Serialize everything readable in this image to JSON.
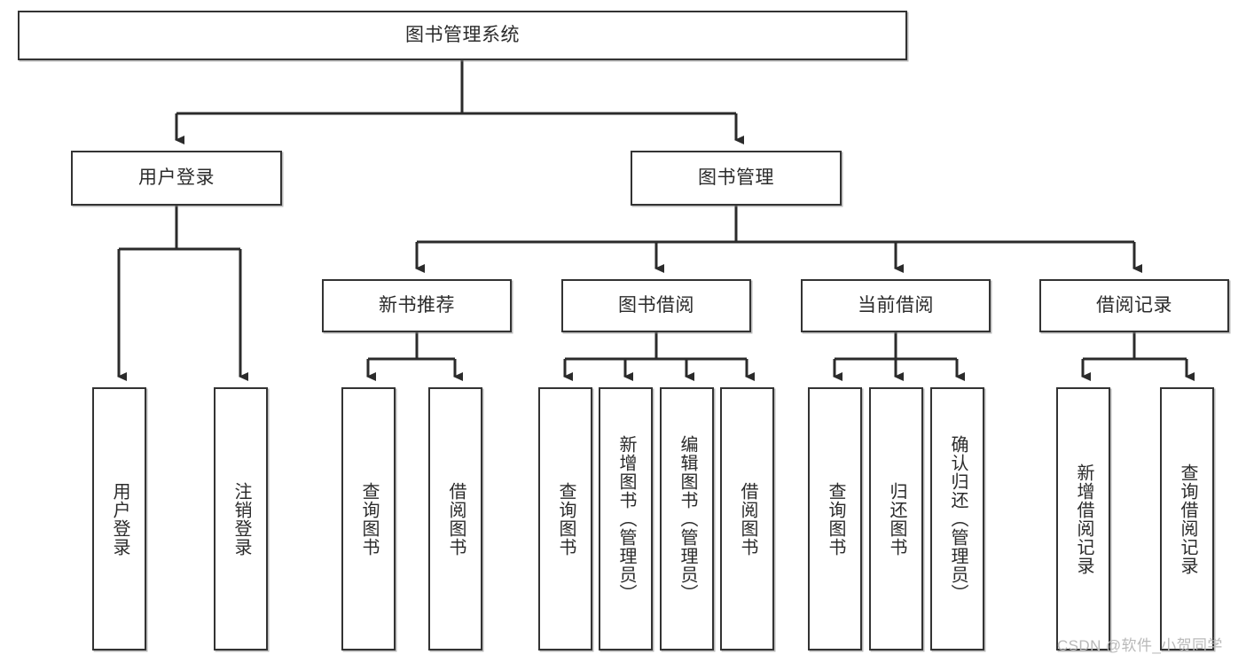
{
  "diagram": {
    "type": "tree-hierarchy",
    "root": {
      "id": "root",
      "label": "图书管理系统"
    },
    "level2": [
      {
        "id": "user-login",
        "label": "用户登录"
      },
      {
        "id": "book-management",
        "label": "图书管理"
      }
    ],
    "level3": [
      {
        "id": "new-book-recommend",
        "label": "新书推荐"
      },
      {
        "id": "book-borrow",
        "label": "图书借阅"
      },
      {
        "id": "current-borrow",
        "label": "当前借阅"
      },
      {
        "id": "borrow-record",
        "label": "借阅记录"
      }
    ],
    "leaves": [
      {
        "id": "leaf-user-login",
        "label": "用户登录",
        "parent": "user-login"
      },
      {
        "id": "leaf-logout",
        "label": "注销登录",
        "parent": "user-login"
      },
      {
        "id": "leaf-query-book-1",
        "label": "查询图书",
        "parent": "new-book-recommend"
      },
      {
        "id": "leaf-borrow-book-1",
        "label": "借阅图书",
        "parent": "new-book-recommend"
      },
      {
        "id": "leaf-query-book-2",
        "label": "查询图书",
        "parent": "book-borrow"
      },
      {
        "id": "leaf-add-book",
        "label": "新增图书（管理员）",
        "parent": "book-borrow"
      },
      {
        "id": "leaf-edit-book",
        "label": "编辑图书（管理员）",
        "parent": "book-borrow"
      },
      {
        "id": "leaf-borrow-book-2",
        "label": "借阅图书",
        "parent": "book-borrow"
      },
      {
        "id": "leaf-query-book-3",
        "label": "查询图书",
        "parent": "current-borrow"
      },
      {
        "id": "leaf-return-book",
        "label": "归还图书",
        "parent": "current-borrow"
      },
      {
        "id": "leaf-confirm-return",
        "label": "确认归还（管理员）",
        "parent": "current-borrow"
      },
      {
        "id": "leaf-add-record",
        "label": "新增借阅记录",
        "parent": "borrow-record"
      },
      {
        "id": "leaf-query-record",
        "label": "查询借阅记录",
        "parent": "borrow-record"
      }
    ]
  },
  "watermark": {
    "text": "CSDN @软件_小贺同学"
  },
  "colors": {
    "box_border": "#333333",
    "text": "#2b2b2b",
    "background": "#ffffff",
    "connector": "#333333",
    "watermark": "#b9b9b9"
  }
}
